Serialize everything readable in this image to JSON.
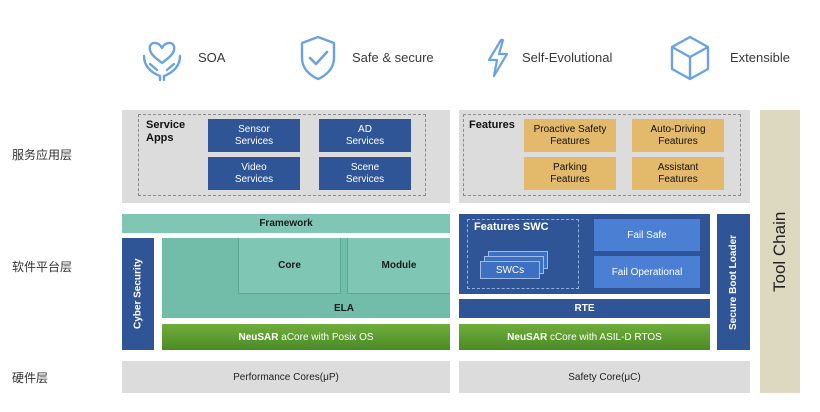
{
  "features": [
    {
      "icon": "heart-hands-icon",
      "label": "SOA"
    },
    {
      "icon": "shield-check-icon",
      "label": "Safe & secure"
    },
    {
      "icon": "lightning-icon",
      "label": "Self-Evolutional"
    },
    {
      "icon": "cube-icon",
      "label": "Extensible"
    }
  ],
  "layers": {
    "service": "服务应用层",
    "software": "软件平台层",
    "hardware": "硬件层"
  },
  "service_apps": {
    "header": "Service\nApps",
    "items": [
      "Sensor\nServices",
      "AD\nServices",
      "Video\nServices",
      "Scene\nServices"
    ]
  },
  "features_panel": {
    "header": "Features",
    "items": [
      "Proactive Safety\nFeatures",
      "Auto-Driving\nFeatures",
      "Parking\nFeatures",
      "Assistant\nFeatures"
    ]
  },
  "software": {
    "framework": "Framework",
    "core": "Core",
    "module": "Module",
    "ela": "ELA",
    "cyber_security": "Cyber Security",
    "acore_brand": "NeuSAR",
    "acore_rest": " aCore with Posix OS",
    "features_swc": "Features SWC",
    "swcs": "SWCs",
    "fail_safe": "Fail Safe",
    "fail_operational": "Fail Operational",
    "rte": "RTE",
    "ccore_brand": "NeuSAR",
    "ccore_rest": " cCore with ASIL-D RTOS",
    "secure_boot_loader": "Secure Boot Loader"
  },
  "hardware": {
    "performance": "Performance Cores(μP)",
    "safety": "Safety Core(μC)"
  },
  "tool_chain": "Tool Chain",
  "colors": {
    "blue": "#2f5597",
    "gold": "#e3b96b",
    "teal": "#7fc7b4",
    "green": "#5b9a31",
    "grey": "#dcdcdc",
    "toolchain": "#ddd8c0",
    "icon": "#6aa3e0"
  }
}
